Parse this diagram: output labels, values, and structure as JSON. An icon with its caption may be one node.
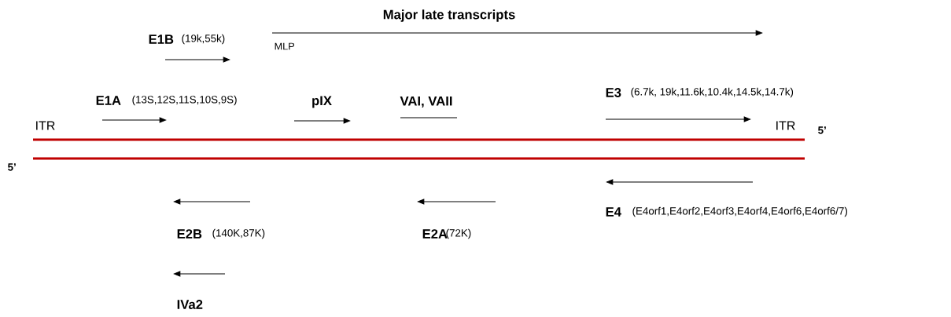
{
  "diagram": {
    "labels": [
      "Major late transcripts",
      "E1B",
      "(19k,55k)",
      "MLP",
      "E1A",
      "(13S,12S,11S,10S,9S)",
      "pIX",
      "VAI, VAII",
      "E3",
      "(6.7k, 19k,11.6k,10.4k,14.5k,14.7k)",
      "ITR",
      "ITR",
      "5’",
      "5’",
      "E4",
      "(E4orf1,E4orf2,E4orf3,E4orf4,E4orf6,E4orf6/7)",
      "E2B",
      "(140K,87K)",
      "E2A",
      "(72K)",
      "IVa2"
    ]
  }
}
